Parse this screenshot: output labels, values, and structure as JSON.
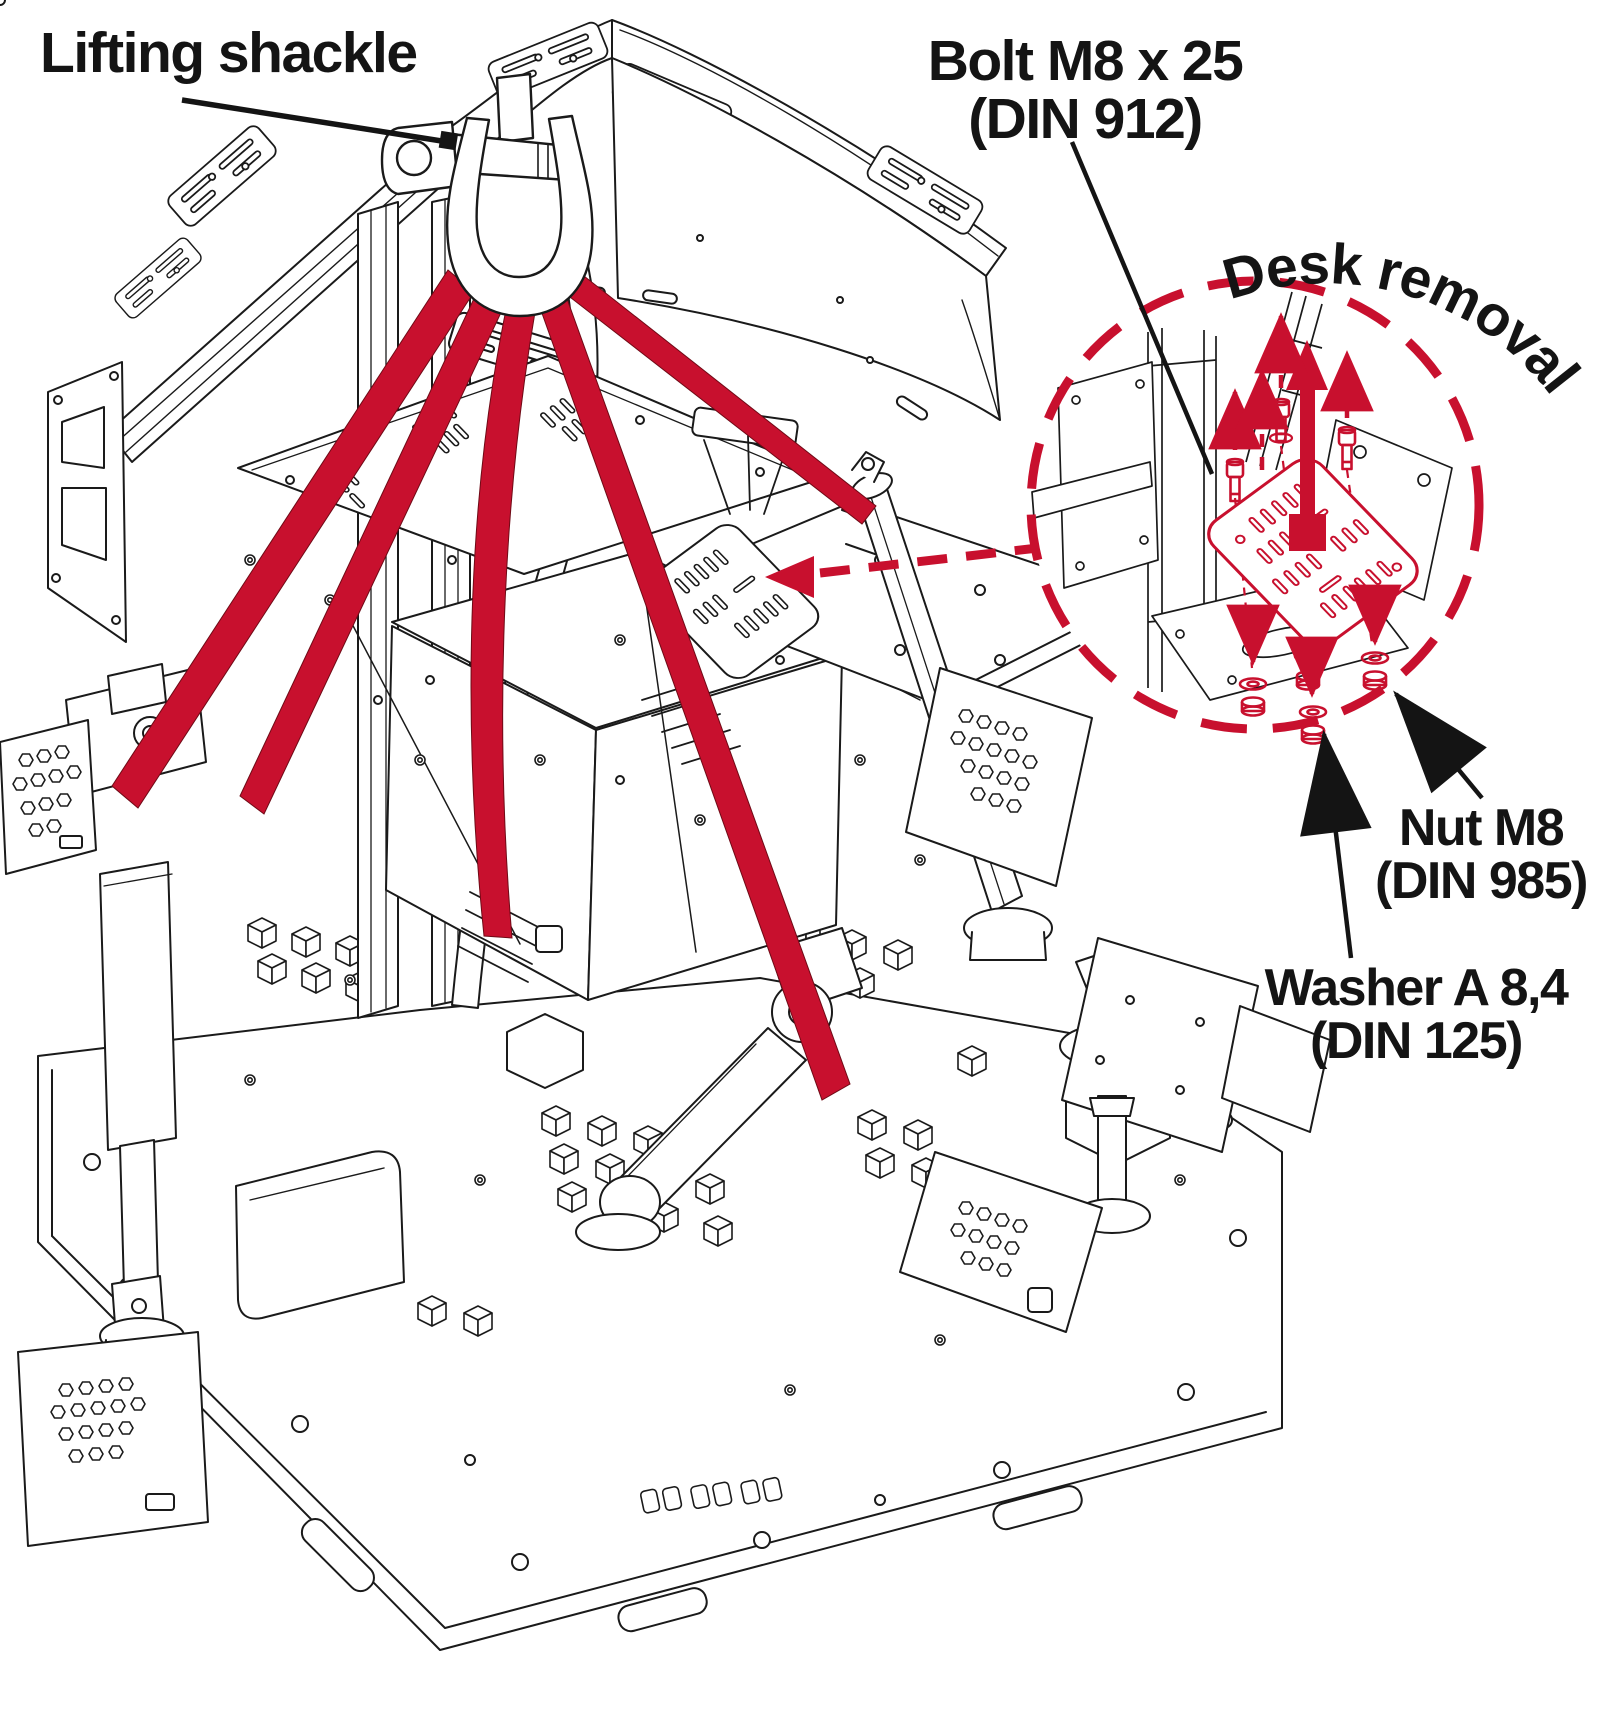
{
  "diagram": {
    "title_context": "Lifting and desk removal instruction diagram",
    "colors": {
      "background": "#ffffff",
      "line": "#1a1a1a",
      "accent_red": "#c8102e"
    },
    "labels": {
      "lifting_shackle": "Lifting shackle",
      "bolt": {
        "line1": "Bolt M8 x 25",
        "line2": "(DIN 912)"
      },
      "desk_removal": "Desk removal",
      "nut": {
        "line1": "Nut M8",
        "line2": "(DIN 985)"
      },
      "washer": {
        "line1": "Washer A 8,4",
        "line2": "(DIN 125)"
      }
    }
  }
}
